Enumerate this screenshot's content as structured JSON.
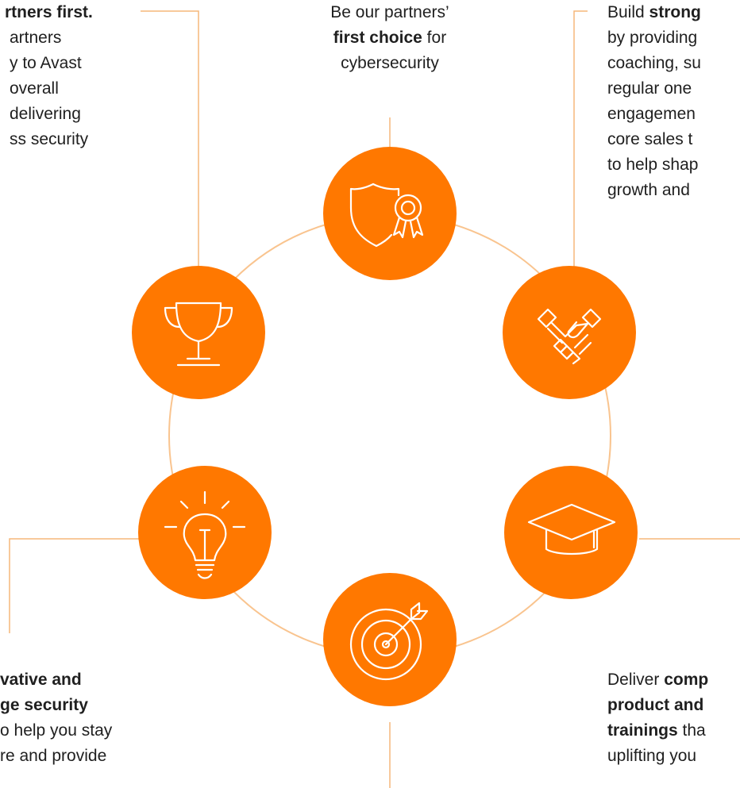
{
  "colors": {
    "accent": "#ff7800",
    "ring": "#f9c48f",
    "connector": "#f6b77a",
    "icon_stroke": "#ffffff",
    "text": "#1f1f1f"
  },
  "top_center": {
    "line1": "Be our partners’",
    "line2_bold": "first choice",
    "line2_rest": " for",
    "line3": "cybersecurity"
  },
  "top_left": {
    "line1_bold": "rtners first.",
    "line2": "artners",
    "line3": "y to Avast",
    "line4": "overall",
    "line5": "delivering",
    "line6": "ss security"
  },
  "top_right": {
    "line1_prefix": "Build ",
    "line1_bold": "strong",
    "line2": "by providing",
    "line3": "coaching, su",
    "line4": "regular one",
    "line5": "engagemen",
    "line6": "core sales t",
    "line7": "to help shap",
    "line8": "growth and"
  },
  "bottom_left": {
    "line1_bold": "vative and",
    "line2_bold": "ge security",
    "line3": "o help you stay",
    "line4": "re and provide"
  },
  "bottom_right": {
    "line1_prefix": "Deliver ",
    "line1_bold": "comp",
    "line2_bold": "product and",
    "line3_bold": "trainings",
    "line3_rest": " tha",
    "line4": "uplifting you"
  },
  "nodes": [
    {
      "name": "shield-award-node",
      "icon": "shield-award-icon"
    },
    {
      "name": "handshake-node",
      "icon": "handshake-icon"
    },
    {
      "name": "graduation-cap-node",
      "icon": "graduation-cap-icon"
    },
    {
      "name": "target-node",
      "icon": "target-arrow-icon"
    },
    {
      "name": "lightbulb-node",
      "icon": "lightbulb-icon"
    },
    {
      "name": "trophy-node",
      "icon": "trophy-icon"
    }
  ]
}
